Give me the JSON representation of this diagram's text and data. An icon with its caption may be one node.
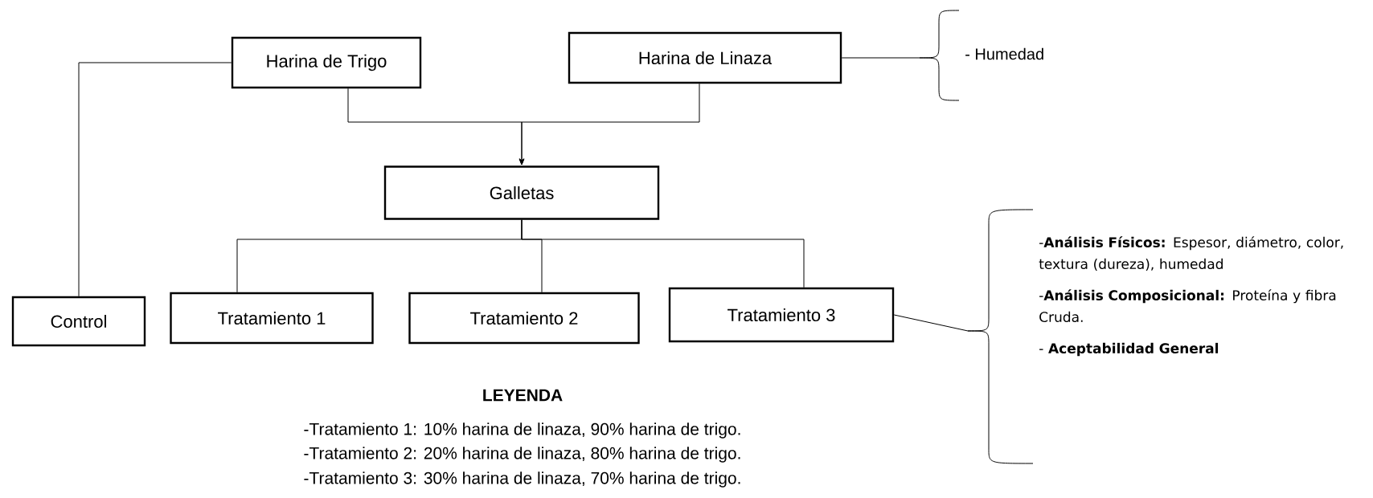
{
  "diagram": {
    "nodes": [
      {
        "text": [
          "Harina de Trigo"
        ]
      },
      {
        "text": [
          "Harina de Linaza"
        ]
      },
      {
        "text": [
          "Galletas"
        ]
      },
      {
        "text": [
          "Control"
        ]
      },
      {
        "text": [
          "Tratamiento 1"
        ]
      },
      {
        "text": [
          "Tratamiento 2"
        ]
      },
      {
        "text": [
          "Tratamiento 3"
        ]
      },
      {
        "text": [
          "- Humedad"
        ]
      },
      {
        "text": [
          "-**Análisis Físicos:** Espesor, diámetro, color, textura (dureza), humedad",
          "-**Análisis Composicional:** Proteína y fibra Cruda.",
          "- **Aceptabilidad General**"
        ]
      }
    ],
    "edges": [
      {
        "from": 0,
        "to": 3,
        "arrow": "none"
      },
      {
        "from": 0,
        "to": 2,
        "arrow": "to"
      },
      {
        "from": 1,
        "to": 2,
        "arrow": "to"
      },
      {
        "from": 2,
        "to": 4,
        "arrow": "none"
      },
      {
        "from": 2,
        "to": 5,
        "arrow": "none"
      },
      {
        "from": 2,
        "to": 6,
        "arrow": "none"
      },
      {
        "from": 1,
        "to": 7,
        "arrow": "none"
      },
      {
        "from": 6,
        "to": 8,
        "arrow": "none"
      }
    ],
    "labels": [
      "LEYENDA",
      "-Tratamiento 1: 10% harina de linaza, 90% harina de trigo.",
      "-Tratamiento 2: 20% harina de linaza, 80% harina de trigo.",
      "-Tratamiento 3: 30% harina de linaza, 70% harina de trigo."
    ]
  }
}
